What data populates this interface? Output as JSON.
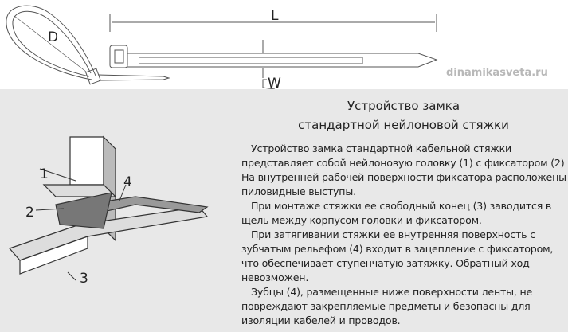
{
  "dimensions": {
    "length": "L",
    "width": "W",
    "diameter": "D"
  },
  "title_line1": "Устройство замка",
  "title_line2": "стандартной нейлоновой стяжки",
  "paragraphs": [
    "Устройство замка стандартной кабельной стяжки представляет собой нейлоновую головку (1) с фиксатором (2) На внутренней рабочей поверхности фиксатора расположены пиловидные выступы.",
    "При монтаже стяжки ее свободный конец (3) заводится в щель между корпусом головки и фиксатором.",
    "При затягивании стяжки ее внутренняя поверхность с зубчатым рельефом (4) входит в зацепление с фиксатором, что обеспечивает ступенчатую затяжку. Обратный ход невозможен.",
    "Зубцы (4), размещенные ниже поверхности ленты, не повреждают закрепляемые предметы и безопасны для изоляции кабелей и проводов."
  ],
  "callouts": [
    "1",
    "2",
    "3",
    "4"
  ],
  "watermark": "dinamikasveta.ru"
}
